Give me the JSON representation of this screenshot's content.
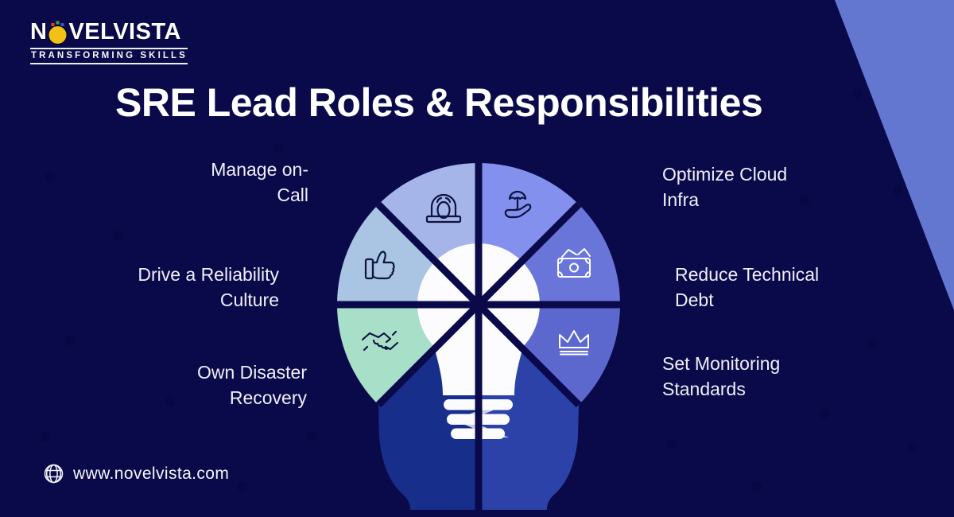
{
  "brand": {
    "name_prefix": "N",
    "name_suffix": "VELVISTA",
    "tagline": "TRANSFORMING SKILLS"
  },
  "title": "SRE Lead Roles & Responsibilities",
  "roles": [
    {
      "id": "manage-on-call",
      "label": "Manage on-Call",
      "lines": [
        "Manage on-",
        "Call"
      ],
      "icon": "siren-icon"
    },
    {
      "id": "optimize-cloud-infra",
      "label": "Optimize Cloud Infra",
      "lines": [
        "Optimize Cloud",
        "Infra"
      ],
      "icon": "hand-umbrella-icon"
    },
    {
      "id": "drive-reliability-culture",
      "label": "Drive a Reliability Culture",
      "lines": [
        "Drive a Reliability",
        "Culture"
      ],
      "icon": "thumbs-up-icon"
    },
    {
      "id": "reduce-technical-debt",
      "label": "Reduce Technical Debt",
      "lines": [
        "Reduce Technical",
        "Debt"
      ],
      "icon": "money-icon"
    },
    {
      "id": "own-disaster-recovery",
      "label": "Own Disaster Recovery",
      "lines": [
        "Own Disaster",
        "Recovery"
      ],
      "icon": "handshake-icon"
    },
    {
      "id": "set-monitoring-standards",
      "label": "Set Monitoring Standards",
      "lines": [
        "Set Monitoring",
        "Standards"
      ],
      "icon": "crown-icon"
    }
  ],
  "footer": {
    "website": "www.novelvista.com"
  },
  "colors": {
    "background": "#0a0a4a",
    "corner_accent": "#6377d1",
    "sector_manage": "#a5b5ea",
    "sector_optimize": "#8490ee",
    "sector_reliability": "#a9c5e3",
    "sector_debt": "#6a75da",
    "sector_disaster": "#a8dfc9",
    "sector_monitoring": "#5d68cf",
    "bulb_body_left": "#172e8a",
    "bulb_body_right": "#2c42a8",
    "bulb_glass": "#fcfcff",
    "screw_thread": "#c9cfe6",
    "icon_dark": "#0e1440",
    "icon_light": "#ffffff",
    "logo_accent": "#f2c118"
  }
}
